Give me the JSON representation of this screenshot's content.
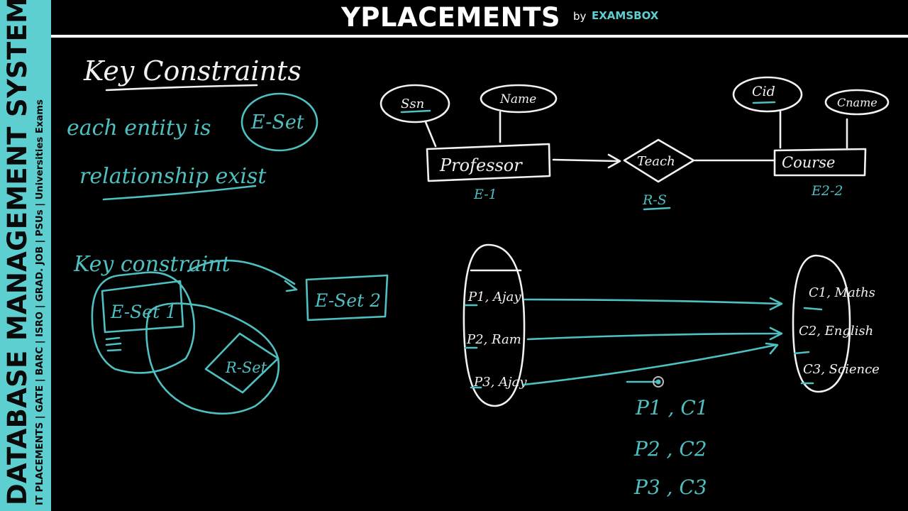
{
  "sidebar": {
    "title": "DATABASE MANAGEMENT SYSTEM",
    "subtitle": "IT PLACEMENTS | GATE | BARC | ISRO | GRAD. JOB | PSUs | Universities Exams"
  },
  "header": {
    "brand": "YPLACEMENTS",
    "by": "by",
    "brand_sub": "EXAMSBOX"
  },
  "colors": {
    "accent": "#5ecfd0",
    "ink_white": "#f2f2f2",
    "ink_teal": "#4fc0c2",
    "background": "#000000"
  },
  "notes": {
    "heading": "Key Constraints",
    "line1_prefix": "each entity is",
    "line1_circled": "E-Set",
    "line2": "relationship exist",
    "venn_label": "Key constraint",
    "eset1": "E-Set 1",
    "eset2": "E-Set 2",
    "rset": "R-Set"
  },
  "er_diagram": {
    "attr_ssn": "Ssn",
    "attr_name": "Name",
    "attr_cid": "Cid",
    "attr_cname": "Cname",
    "entity1": "Professor",
    "relationship": "Teach",
    "entity2": "Course",
    "entity1_tag": "E-1",
    "relationship_tag": "R-S",
    "entity2_tag": "E2-2"
  },
  "mapping": {
    "left_items": [
      "P1, Ajay",
      "P2, Ram",
      "P3, Ajay"
    ],
    "right_items": [
      "C1, Maths",
      "C2, English",
      "C3, Science"
    ],
    "pairs": [
      "P1 , C1",
      "P2 , C2",
      "P3 , C3"
    ]
  }
}
